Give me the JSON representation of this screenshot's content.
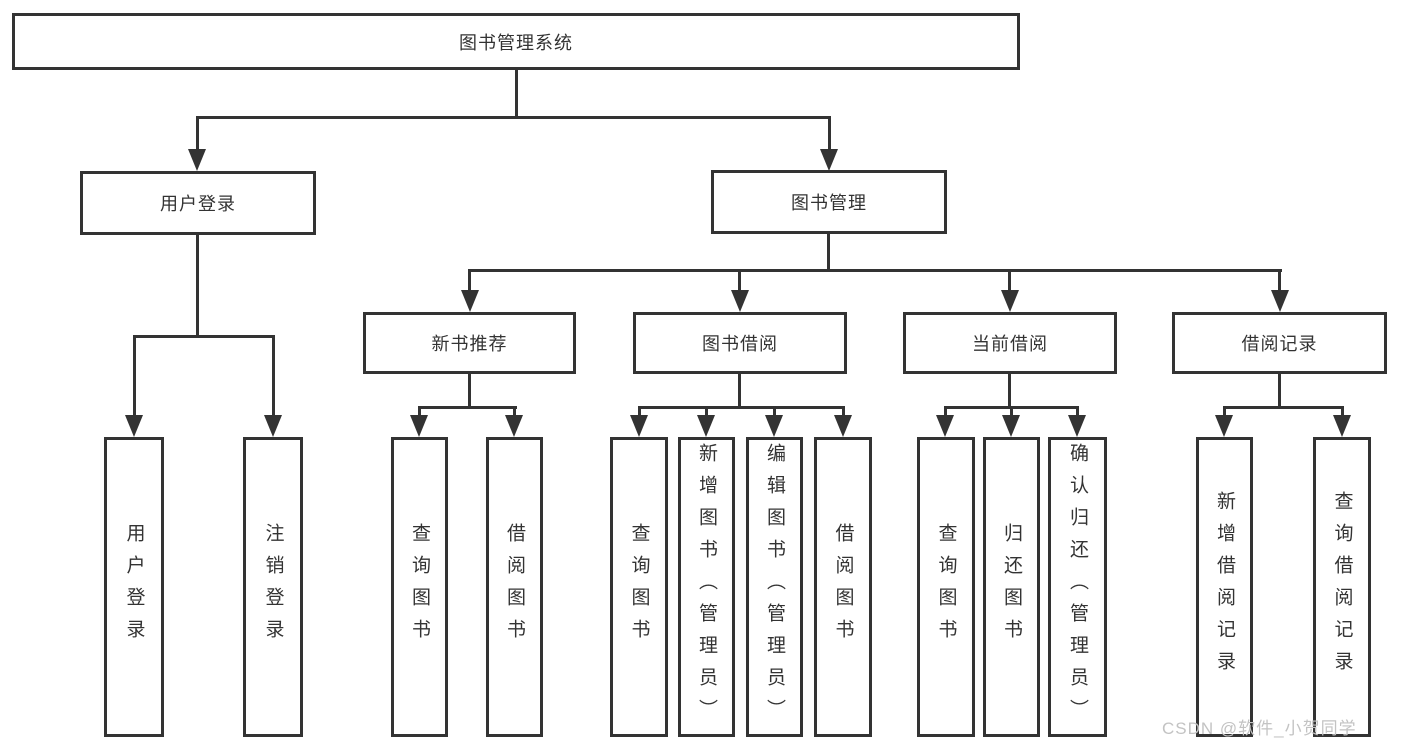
{
  "tree": {
    "root": {
      "label": "图书管理系统",
      "children": [
        {
          "label": "用户登录",
          "leaves": [
            "用户登录",
            "注销登录"
          ]
        },
        {
          "label": "图书管理",
          "children": [
            {
              "label": "新书推荐",
              "leaves": [
                "查询图书",
                "借阅图书"
              ]
            },
            {
              "label": "图书借阅",
              "leaves": [
                "查询图书",
                "新增图书（管理员）",
                "编辑图书（管理员）",
                "借阅图书"
              ]
            },
            {
              "label": "当前借阅",
              "leaves": [
                "查询图书",
                "归还图书",
                "确认归还（管理员）"
              ]
            },
            {
              "label": "借阅记录",
              "leaves": [
                "新增借阅记录",
                "查询借阅记录"
              ]
            }
          ]
        }
      ]
    }
  },
  "watermark": {
    "text": "CSDN @软件_小贺同学"
  },
  "colors": {
    "line": "#333333",
    "box_border": "#333333",
    "text": "#333333",
    "watermark": "#c3c3c3",
    "background": "#ffffff"
  }
}
